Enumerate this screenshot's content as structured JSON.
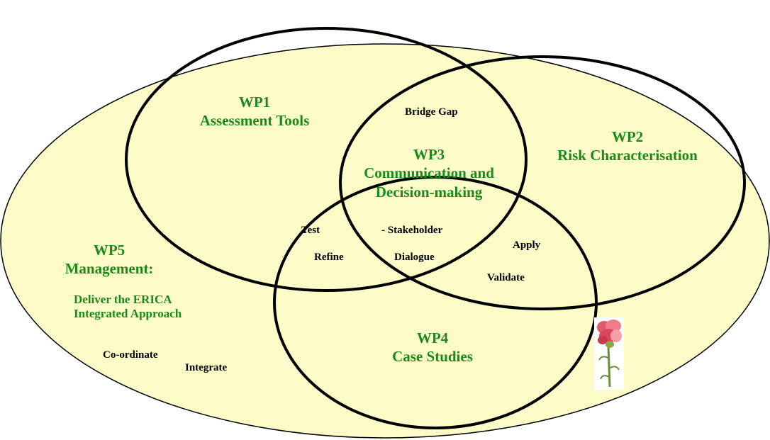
{
  "colors": {
    "outer_fill": "#fdfcc8",
    "outer_stroke": "#000000",
    "circle_stroke": "#000000",
    "wp_label": "#1a8a1a",
    "verb_label": "#000000"
  },
  "wp1": {
    "code": "WP1",
    "title": "Assessment Tools"
  },
  "wp2": {
    "code": "WP2",
    "title": "Risk Characterisation"
  },
  "wp3": {
    "code": "WP3",
    "title_line1": "Communication and",
    "title_line2": "Decision-making"
  },
  "wp4": {
    "code": "WP4",
    "title": "Case Studies"
  },
  "wp5": {
    "code": "WP5",
    "title": "Management:",
    "subtitle_line1": "Deliver the ERICA",
    "subtitle_line2": "Integrated Approach"
  },
  "verbs": {
    "bridge_gap": "Bridge Gap",
    "test": "Test",
    "refine": "Refine",
    "stakeholder": "- Stakeholder",
    "dialogue": "Dialogue",
    "apply": "Apply",
    "validate": "Validate",
    "coordinate": "Co-ordinate",
    "integrate": "Integrate"
  },
  "icons": {
    "flower": "pink-flower-illustration-icon"
  }
}
